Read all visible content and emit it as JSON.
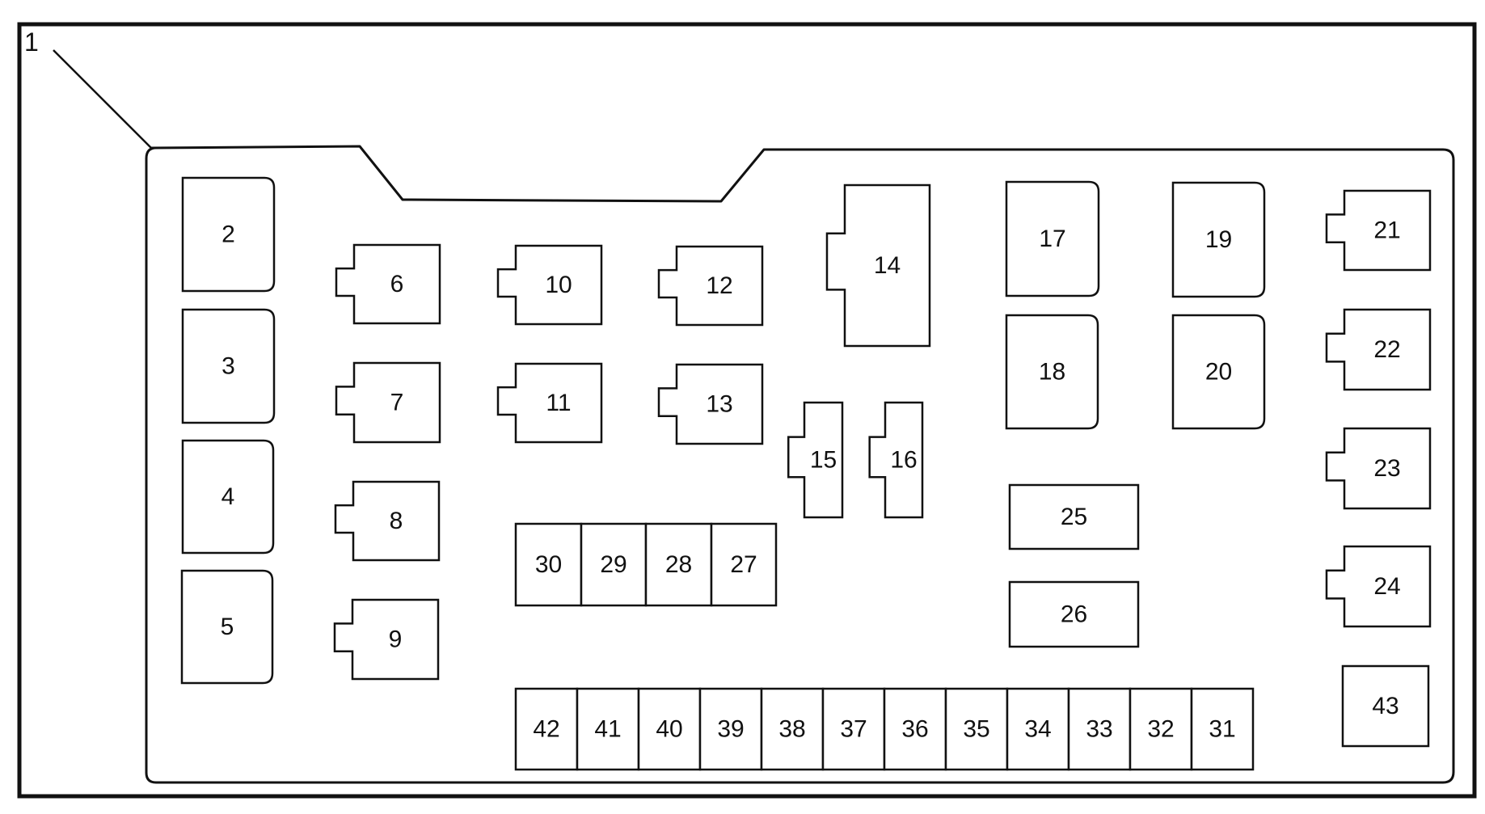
{
  "callout_label": "1",
  "components": [
    {
      "label": "2",
      "kind": "rounded-block"
    },
    {
      "label": "3",
      "kind": "rounded-block"
    },
    {
      "label": "4",
      "kind": "rounded-block"
    },
    {
      "label": "5",
      "kind": "rounded-block"
    },
    {
      "label": "6",
      "kind": "relay-tab-left"
    },
    {
      "label": "7",
      "kind": "relay-tab-left"
    },
    {
      "label": "8",
      "kind": "relay-tab-left"
    },
    {
      "label": "9",
      "kind": "relay-tab-left"
    },
    {
      "label": "10",
      "kind": "relay-tab-left"
    },
    {
      "label": "11",
      "kind": "relay-tab-left"
    },
    {
      "label": "12",
      "kind": "relay-tab-left"
    },
    {
      "label": "13",
      "kind": "relay-tab-left"
    },
    {
      "label": "14",
      "kind": "relay-tab-left"
    },
    {
      "label": "15",
      "kind": "relay-tab-left"
    },
    {
      "label": "16",
      "kind": "relay-tab-left"
    },
    {
      "label": "17",
      "kind": "rounded-block"
    },
    {
      "label": "18",
      "kind": "rounded-block"
    },
    {
      "label": "19",
      "kind": "rounded-block"
    },
    {
      "label": "20",
      "kind": "rounded-block"
    },
    {
      "label": "21",
      "kind": "relay-tab-left"
    },
    {
      "label": "22",
      "kind": "relay-tab-left"
    },
    {
      "label": "23",
      "kind": "relay-tab-left"
    },
    {
      "label": "24",
      "kind": "relay-tab-left"
    },
    {
      "label": "25",
      "kind": "block"
    },
    {
      "label": "26",
      "kind": "block"
    },
    {
      "label": "30",
      "kind": "fuse-cell"
    },
    {
      "label": "29",
      "kind": "fuse-cell"
    },
    {
      "label": "28",
      "kind": "fuse-cell"
    },
    {
      "label": "27",
      "kind": "fuse-cell"
    },
    {
      "label": "42",
      "kind": "fuse-cell"
    },
    {
      "label": "41",
      "kind": "fuse-cell"
    },
    {
      "label": "40",
      "kind": "fuse-cell"
    },
    {
      "label": "39",
      "kind": "fuse-cell"
    },
    {
      "label": "38",
      "kind": "fuse-cell"
    },
    {
      "label": "37",
      "kind": "fuse-cell"
    },
    {
      "label": "36",
      "kind": "fuse-cell"
    },
    {
      "label": "35",
      "kind": "fuse-cell"
    },
    {
      "label": "34",
      "kind": "fuse-cell"
    },
    {
      "label": "33",
      "kind": "fuse-cell"
    },
    {
      "label": "32",
      "kind": "fuse-cell"
    },
    {
      "label": "31",
      "kind": "fuse-cell"
    },
    {
      "label": "43",
      "kind": "block"
    }
  ]
}
